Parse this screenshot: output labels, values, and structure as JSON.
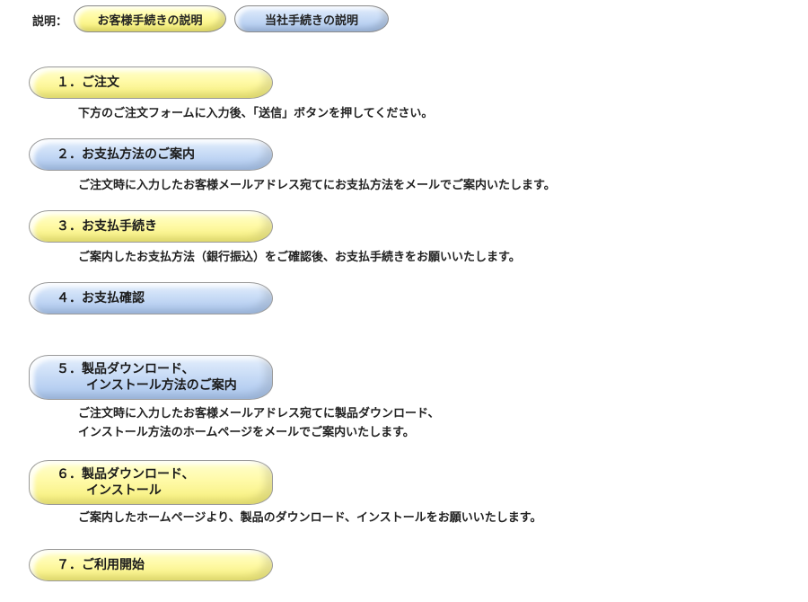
{
  "header": {
    "label": "説明：",
    "tabs": [
      {
        "label": "お客様手続きの説明"
      },
      {
        "label": "当社手続きの説明"
      }
    ]
  },
  "steps": [
    {
      "title": "１．ご注文",
      "desc": [
        "下方のご注文フォームに入力後、「送信」ボタンを押してください。"
      ]
    },
    {
      "title": "２．お支払方法のご案内",
      "desc": [
        "ご注文時に入力したお客様メールアドレス宛てにお支払方法をメールでご案内いたします。"
      ]
    },
    {
      "title": "３．お支払手続き",
      "desc": [
        "ご案内したお支払方法（銀行振込）をご確認後、お支払手続きをお願いいたします。"
      ]
    },
    {
      "title": "４．お支払確認",
      "desc": []
    },
    {
      "title": "５．製品ダウンロード、",
      "title2": "インストール方法のご案内",
      "desc": [
        "ご注文時に入力したお客様メールアドレス宛てに製品ダウンロード、",
        "インストール方法のホームページをメールでご案内いたします。"
      ]
    },
    {
      "title": "６．製品ダウンロード、",
      "title2": "インストール",
      "desc": [
        "ご案内したホームページより、製品のダウンロード、インストールをお願いいたします。"
      ]
    },
    {
      "title": "７．ご利用開始",
      "desc": []
    }
  ],
  "colors": {
    "customer": "#fffaa0",
    "company": "#c9dcf6"
  }
}
